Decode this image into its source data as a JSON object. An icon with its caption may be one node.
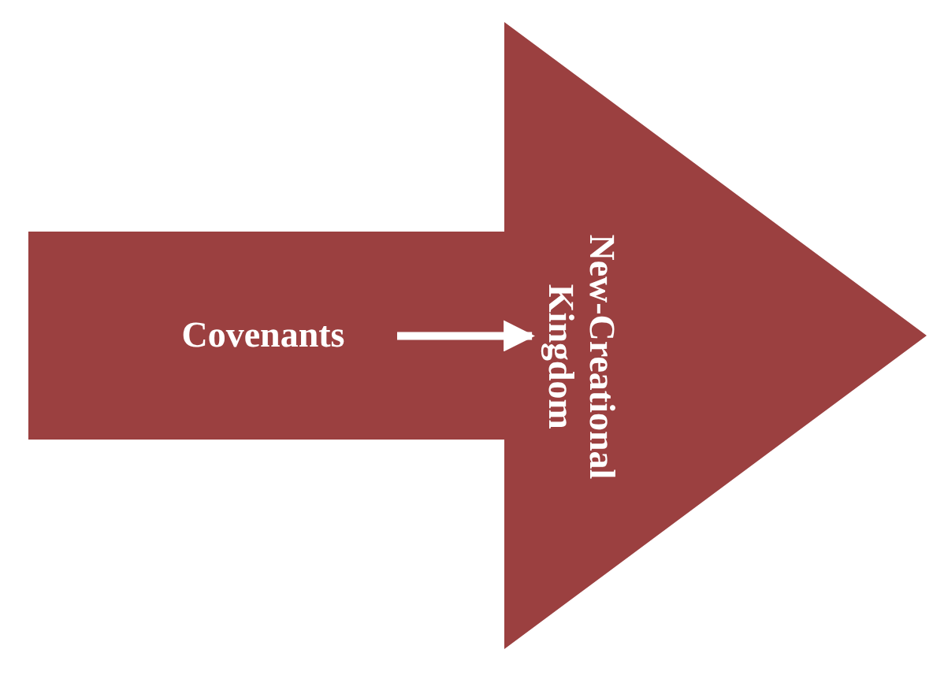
{
  "diagram": {
    "nodes": [
      {
        "text": [],
        "shape": "arrow"
      },
      {
        "text": [
          "Covenants"
        ],
        "in": 0
      },
      {
        "text": [
          "New-Creational Kingdom"
        ],
        "in": 0
      }
    ],
    "edges": [
      {
        "from": 1,
        "to": 2,
        "arrow": "to"
      }
    ]
  }
}
